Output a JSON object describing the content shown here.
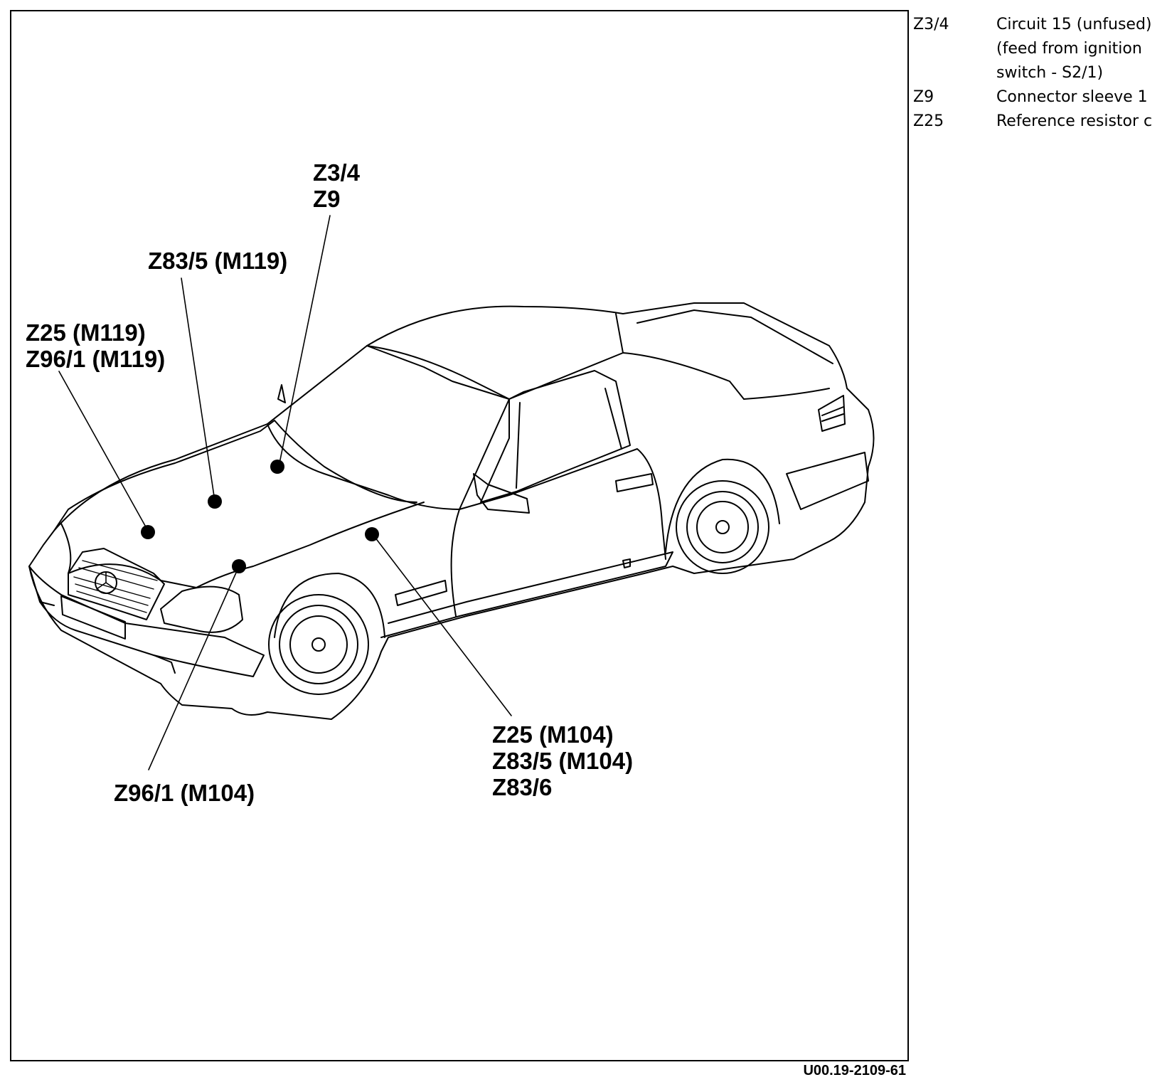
{
  "callouts": {
    "top": [
      "Z3/4",
      "Z9"
    ],
    "hood_mid": "Z83/5 (M119)",
    "hood_left": [
      "Z25 (M119)",
      "Z96/1 (M119)"
    ],
    "fender": [
      "Z25 (M104)",
      "Z83/5 (M104)",
      "Z83/6"
    ],
    "front": "Z96/1 (M104)"
  },
  "legend": [
    {
      "code": "Z3/4",
      "lines": [
        "Circuit 15 (unfused)",
        "(feed from ignition",
        "switch - S2/1)"
      ]
    },
    {
      "code": "Z9",
      "lines": [
        "Connector sleeve 1"
      ]
    },
    {
      "code": "Z25",
      "lines": [
        "Reference resistor c"
      ]
    }
  ],
  "figure_number": "U00.19-2109-61"
}
